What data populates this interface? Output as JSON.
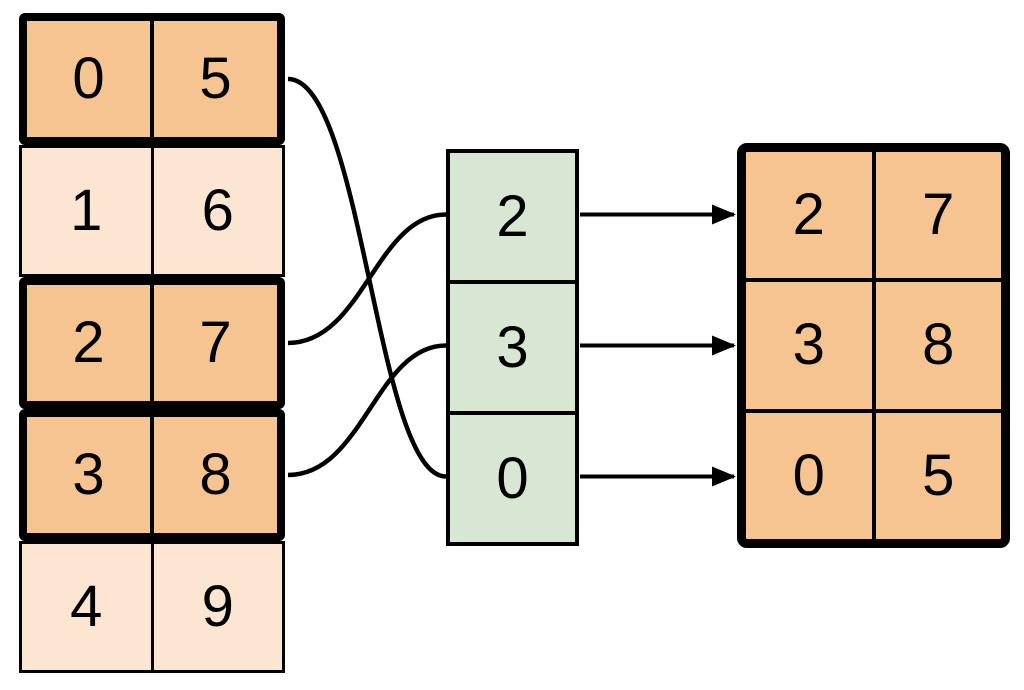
{
  "diagram": {
    "description": "gather-by-index illustration",
    "colors": {
      "highlight_fill": "#f6c491",
      "plain_fill": "#fce6d1",
      "index_fill": "#d8e7d3",
      "line": "#000000",
      "background": "#ffffff"
    },
    "source_table": {
      "rows": [
        {
          "cells": [
            "0",
            "5"
          ],
          "highlighted": true
        },
        {
          "cells": [
            "1",
            "6"
          ],
          "highlighted": false
        },
        {
          "cells": [
            "2",
            "7"
          ],
          "highlighted": true
        },
        {
          "cells": [
            "3",
            "8"
          ],
          "highlighted": true
        },
        {
          "cells": [
            "4",
            "9"
          ],
          "highlighted": false
        }
      ]
    },
    "index_column": {
      "values": [
        "2",
        "3",
        "0"
      ]
    },
    "result_table": {
      "rows": [
        [
          "2",
          "7"
        ],
        [
          "3",
          "8"
        ],
        [
          "0",
          "5"
        ]
      ]
    },
    "connections": [
      {
        "from_source_row": 0,
        "to_index_cell": 2
      },
      {
        "from_source_row": 2,
        "to_index_cell": 0
      },
      {
        "from_source_row": 3,
        "to_index_cell": 1
      }
    ],
    "arrows": [
      {
        "from_index_cell": 0,
        "to_result_row": 0
      },
      {
        "from_index_cell": 1,
        "to_result_row": 1
      },
      {
        "from_index_cell": 2,
        "to_result_row": 2
      }
    ]
  }
}
